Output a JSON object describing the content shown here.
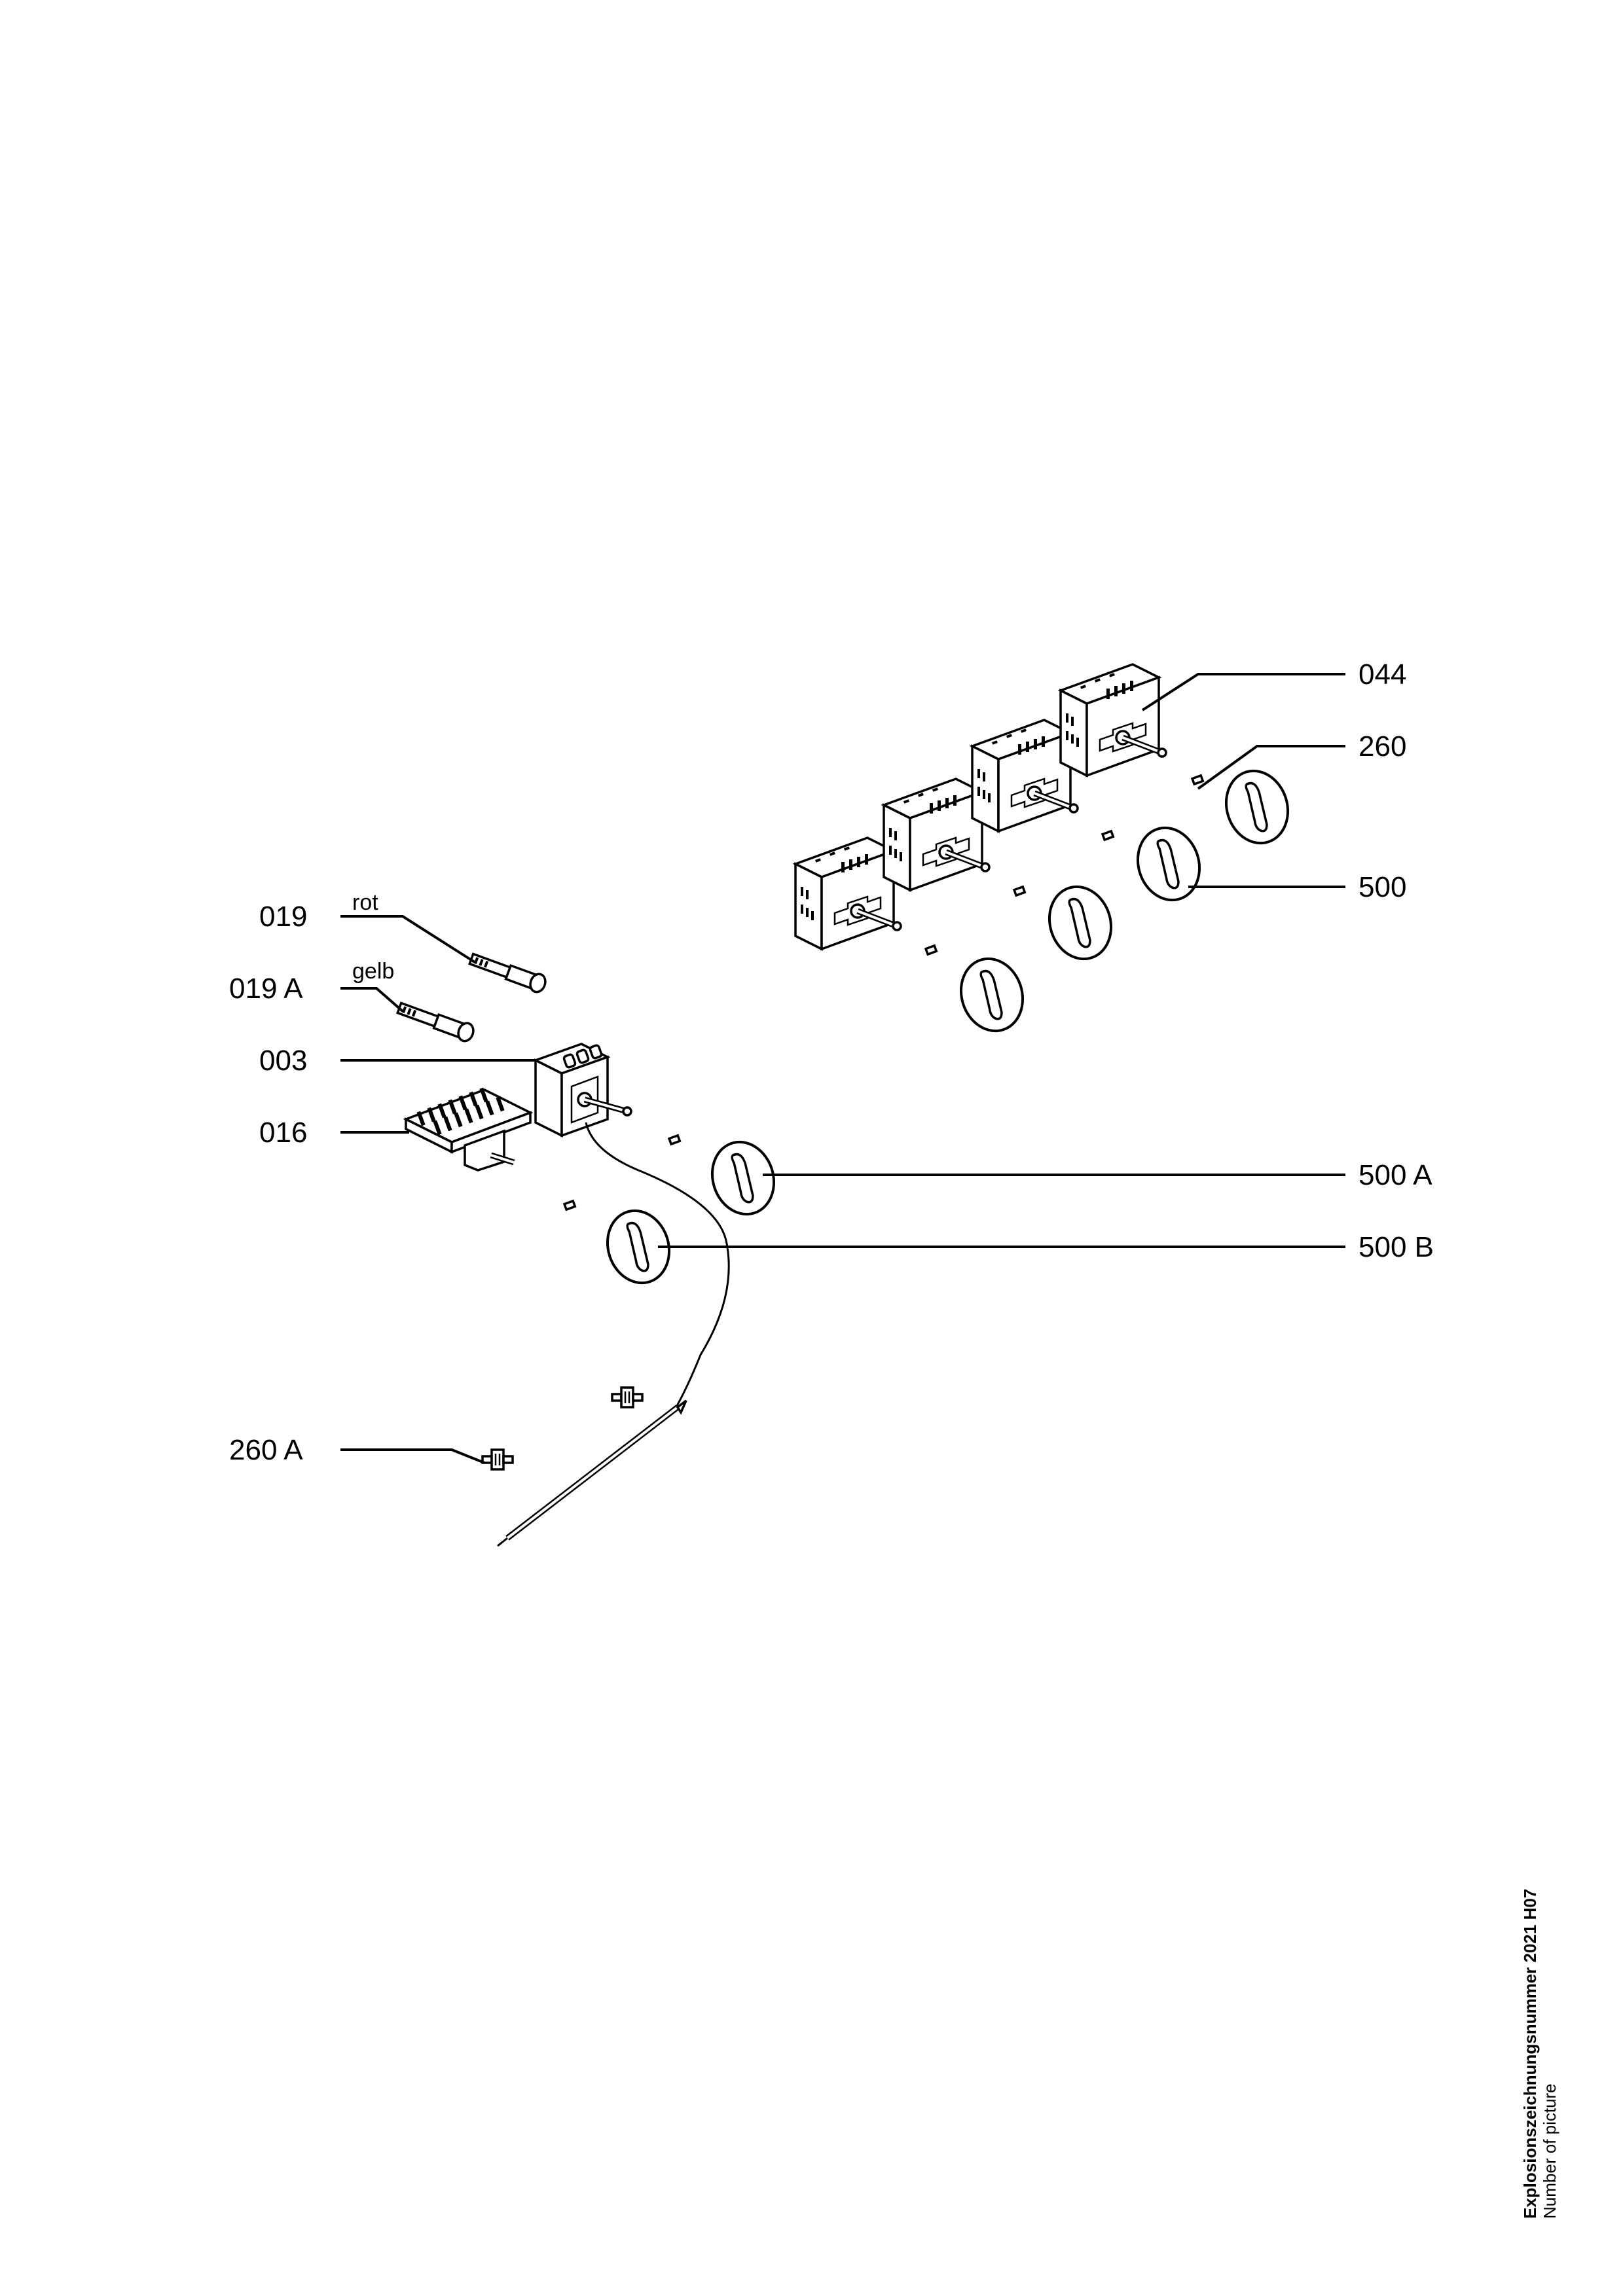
{
  "callouts": {
    "c044": "044",
    "c260": "260",
    "c500": "500",
    "c019": "019",
    "c019a": "019 A",
    "c003": "003",
    "c016": "016",
    "c500a": "500 A",
    "c500b": "500 B",
    "c260a": "260 A"
  },
  "sublabels": {
    "rot": "rot",
    "gelb": "gelb"
  },
  "caption": {
    "title": "Explosionszeichnungsnummer 2021 H07",
    "subtitle": "Number of picture"
  }
}
